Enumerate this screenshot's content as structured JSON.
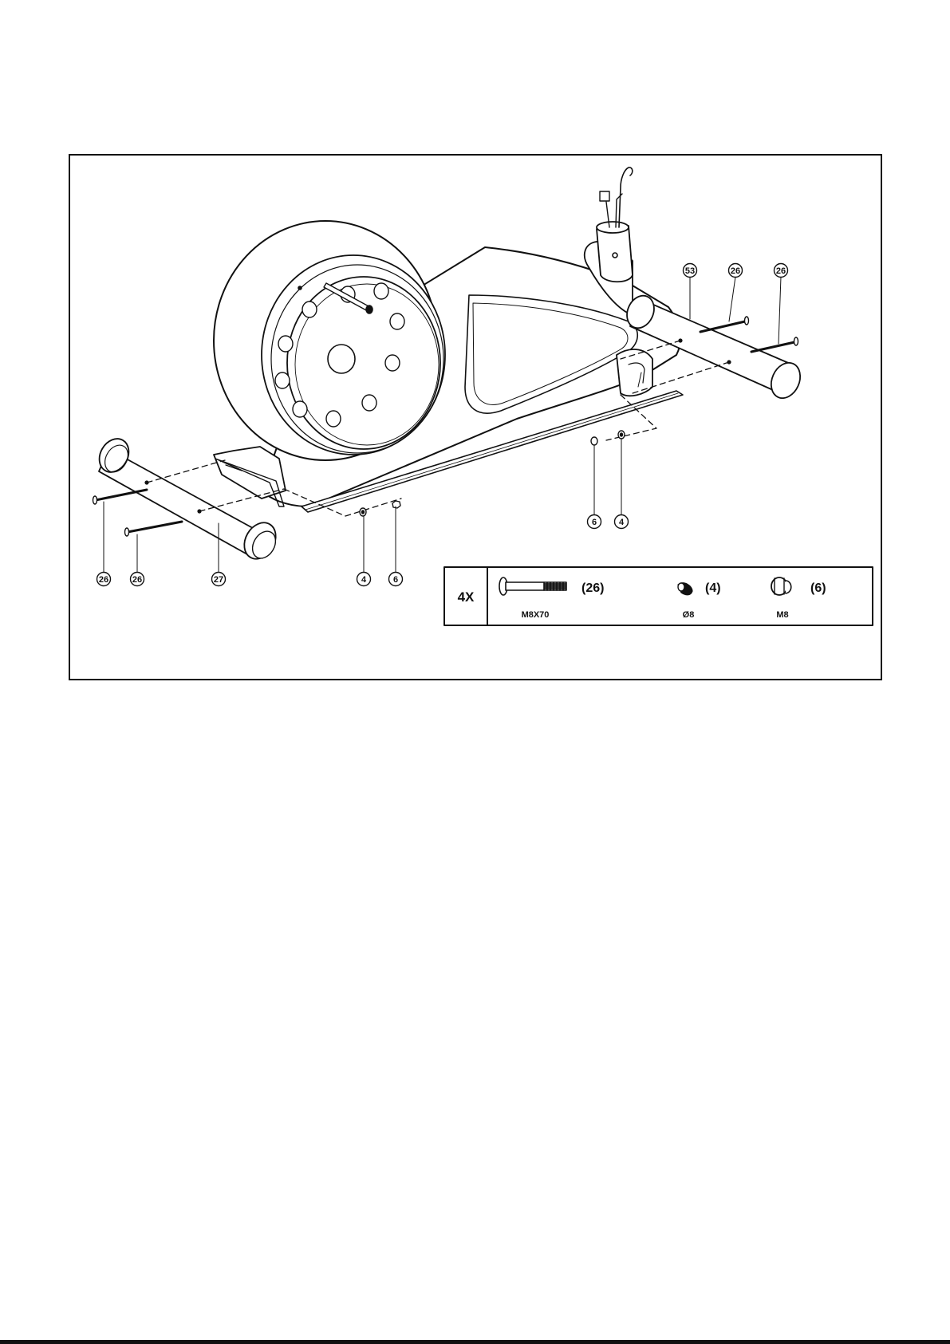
{
  "callouts": {
    "rear_tube": "53",
    "bolt_rear_left": "26",
    "bolt_rear_right": "26",
    "bolt_front_top": "26",
    "bolt_front_bottom": "26",
    "front_tube": "27",
    "washer_left": "4",
    "nut_left": "6",
    "nut_right": "6",
    "washer_right": "4"
  },
  "hardware_legend": {
    "quantity": "4X",
    "items": [
      {
        "ref": "(26)",
        "spec": "M8X70",
        "icon": "carriage-bolt-icon"
      },
      {
        "ref": "(4)",
        "spec": "Ø8",
        "icon": "washer-icon"
      },
      {
        "ref": "(6)",
        "spec": "M8",
        "icon": "cap-nut-icon"
      }
    ]
  }
}
